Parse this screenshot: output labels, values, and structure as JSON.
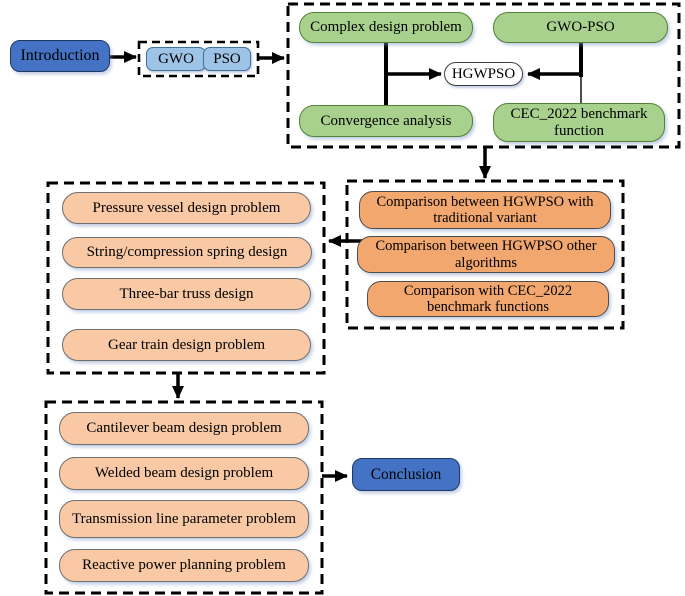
{
  "nodes": {
    "intro": "Introduction",
    "gwo": "GWO",
    "pso": "PSO",
    "complex_design": "Complex design problem",
    "gwo_pso": "GWO-PSO",
    "hgwpso": "HGWPSO",
    "convergence": "Convergence analysis",
    "cec_benchmark": "CEC_2022 benchmark function",
    "conclusion": "Conclusion"
  },
  "comparison_group": {
    "items": [
      "Comparison between HGWPSO with traditional variant",
      "Comparison between HGWPSO other algorithms",
      "Comparison with CEC_2022 benchmark functions"
    ]
  },
  "design_group_1": {
    "items": [
      "Pressure vessel design problem",
      "String/compression spring design",
      "Three-bar truss design",
      "Gear train design problem"
    ]
  },
  "design_group_2": {
    "items": [
      "Cantilever beam design problem",
      "Welded beam design problem",
      "Transmission line parameter problem",
      "Reactive power planning problem"
    ]
  },
  "colors": {
    "primary_blue": "#4472C4",
    "primary_blue_border": "#1F3864",
    "light_blue": "#9DC3E6",
    "green": "#A9D18E",
    "green_border": "#538135",
    "orange": "#F2A76F",
    "peach": "#F8C9A4",
    "white_node": "#FFFFFF",
    "connector": "#000000"
  }
}
